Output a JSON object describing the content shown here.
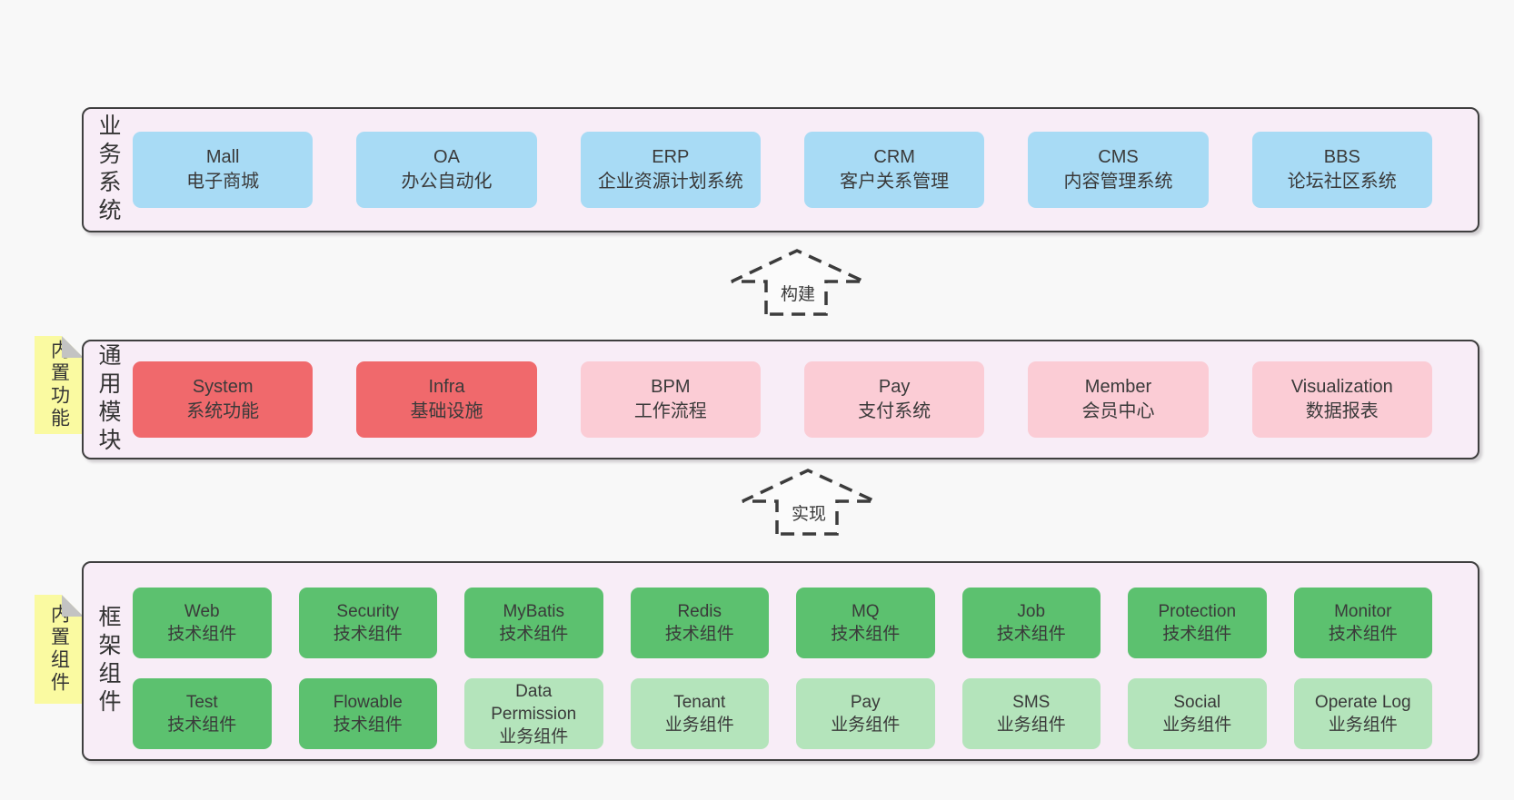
{
  "colors": {
    "page_background": "#f8f8f8",
    "panel_fill": "#f8edf7",
    "panel_border": "#3f3f3f",
    "business_box": "#a8dbf5",
    "core_module_box": "#f0696c",
    "optional_module_box": "#fbccd5",
    "tech_component_box": "#5cc16f",
    "biz_component_box": "#b4e4bb",
    "sticky_note": "#fafaa1",
    "note_fold": "#c3c3c3",
    "text": "#3a3a3a"
  },
  "relations": {
    "build": {
      "label": "构建"
    },
    "implement": {
      "label": "实现"
    }
  },
  "layers": {
    "business": {
      "label": "业务系统",
      "boxes": [
        {
          "title": "Mall",
          "subtitle": "电子商城"
        },
        {
          "title": "OA",
          "subtitle": "办公自动化"
        },
        {
          "title": "ERP",
          "subtitle": "企业资源计划系统"
        },
        {
          "title": "CRM",
          "subtitle": "客户关系管理"
        },
        {
          "title": "CMS",
          "subtitle": "内容管理系统"
        },
        {
          "title": "BBS",
          "subtitle": "论坛社区系统"
        }
      ]
    },
    "modules": {
      "label": "通用模块",
      "note": "内置功能",
      "boxes": [
        {
          "title": "System",
          "subtitle": "系统功能",
          "variant": "core"
        },
        {
          "title": "Infra",
          "subtitle": "基础设施",
          "variant": "core"
        },
        {
          "title": "BPM",
          "subtitle": "工作流程",
          "variant": "optional"
        },
        {
          "title": "Pay",
          "subtitle": "支付系统",
          "variant": "optional"
        },
        {
          "title": "Member",
          "subtitle": "会员中心",
          "variant": "optional"
        },
        {
          "title": "Visualization",
          "subtitle": "数据报表",
          "variant": "optional"
        }
      ]
    },
    "components": {
      "label": "框架组件",
      "note": "内置组件",
      "row1": [
        {
          "title": "Web",
          "subtitle": "技术组件",
          "variant": "tech"
        },
        {
          "title": "Security",
          "subtitle": "技术组件",
          "variant": "tech"
        },
        {
          "title": "MyBatis",
          "subtitle": "技术组件",
          "variant": "tech"
        },
        {
          "title": "Redis",
          "subtitle": "技术组件",
          "variant": "tech"
        },
        {
          "title": "MQ",
          "subtitle": "技术组件",
          "variant": "tech"
        },
        {
          "title": "Job",
          "subtitle": "技术组件",
          "variant": "tech"
        },
        {
          "title": "Protection",
          "subtitle": "技术组件",
          "variant": "tech"
        },
        {
          "title": "Monitor",
          "subtitle": "技术组件",
          "variant": "tech"
        }
      ],
      "row2": [
        {
          "title": "Test",
          "subtitle": "技术组件",
          "variant": "tech"
        },
        {
          "title": "Flowable",
          "subtitle": "技术组件",
          "variant": "tech"
        },
        {
          "title": "Data Permission",
          "subtitle": "业务组件",
          "variant": "biz"
        },
        {
          "title": "Tenant",
          "subtitle": "业务组件",
          "variant": "biz"
        },
        {
          "title": "Pay",
          "subtitle": "业务组件",
          "variant": "biz"
        },
        {
          "title": "SMS",
          "subtitle": "业务组件",
          "variant": "biz"
        },
        {
          "title": "Social",
          "subtitle": "业务组件",
          "variant": "biz"
        },
        {
          "title": "Operate Log",
          "subtitle": "业务组件",
          "variant": "biz"
        }
      ]
    }
  }
}
